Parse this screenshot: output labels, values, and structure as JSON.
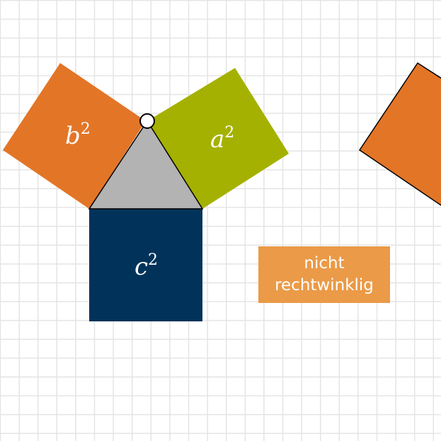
{
  "colors": {
    "grid": "#e3e3e3",
    "square_a": "#a5b100",
    "square_b": "#e37527",
    "square_c": "#01335a",
    "triangle": "#b3b3b3",
    "status_box": "#eb9a47",
    "label_text": "#ffffff",
    "handle_stroke": "#000000",
    "handle_fill": "#ffffff"
  },
  "squares": {
    "a": {
      "letter": "a",
      "exponent": "2"
    },
    "b": {
      "letter": "b",
      "exponent": "2"
    },
    "c": {
      "letter": "c",
      "exponent": "2"
    }
  },
  "status": {
    "line1": "nicht",
    "line2": "rechtwinklig"
  }
}
